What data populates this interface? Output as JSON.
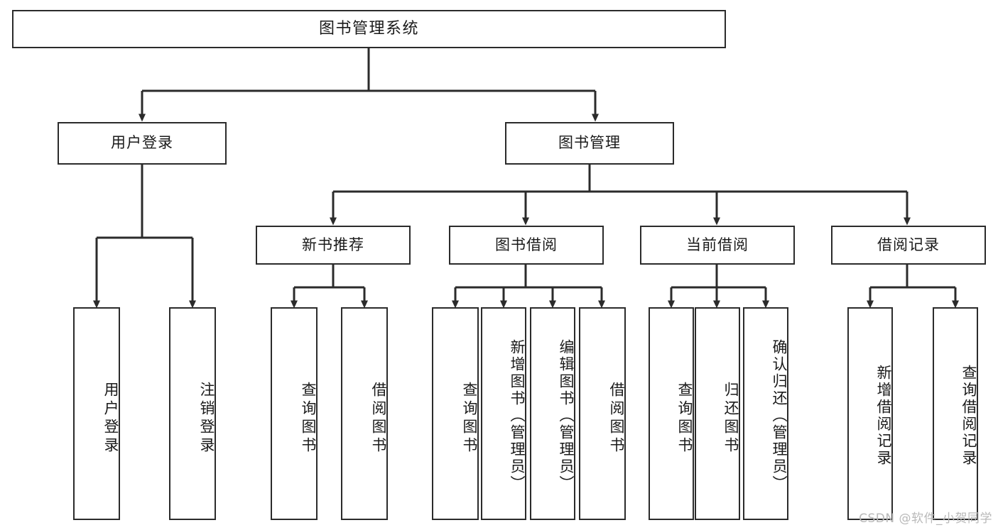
{
  "diagram": {
    "title": "图书管理系统",
    "type": "tree-hierarchy-chart",
    "orientation": "top-down",
    "colors": {
      "box_border": "#2b2b2b",
      "box_fill": "#ffffff",
      "connector": "#2b2b2b",
      "text": "#1a1a1a",
      "watermark": "#b9b9b9",
      "background": "#ffffff"
    }
  },
  "nodes": {
    "root": {
      "label": "图书管理系统"
    },
    "level2": [
      {
        "label": "用户登录"
      },
      {
        "label": "图书管理"
      }
    ],
    "level3": [
      {
        "label": "新书推荐"
      },
      {
        "label": "图书借阅"
      },
      {
        "label": "当前借阅"
      },
      {
        "label": "借阅记录"
      }
    ],
    "leaves": {
      "user_login": [
        {
          "label": "用户登录"
        },
        {
          "label": "注销登录"
        }
      ],
      "new_book_recommend": [
        {
          "label": "查询图书"
        },
        {
          "label": "借阅图书"
        }
      ],
      "book_borrow": [
        {
          "label": "查询图书"
        },
        {
          "label": "新增图书（管理员）"
        },
        {
          "label": "编辑图书（管理员）"
        },
        {
          "label": "借阅图书"
        }
      ],
      "current_borrow": [
        {
          "label": "查询图书"
        },
        {
          "label": "归还图书"
        },
        {
          "label": "确认归还（管理员）"
        }
      ],
      "borrow_record": [
        {
          "label": "新增借阅记录"
        },
        {
          "label": "查询借阅记录"
        }
      ]
    }
  },
  "watermark": {
    "text": "CSDN @软件_小贺同学"
  }
}
